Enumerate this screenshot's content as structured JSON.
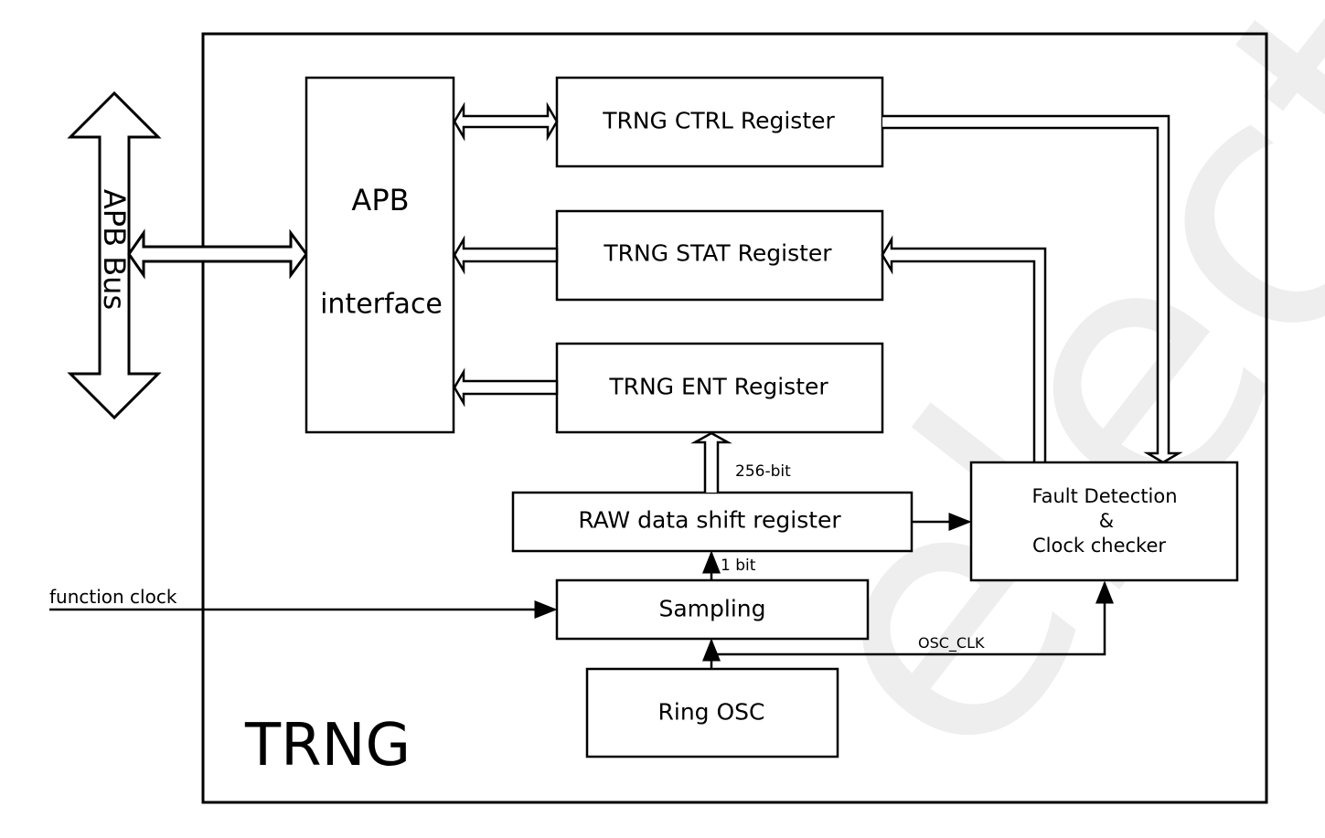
{
  "watermark": "electronics",
  "blocks": {
    "trng": "TRNG",
    "apb_bus": "APB Bus",
    "apb_interface_line1": "APB",
    "apb_interface_line2": "interface",
    "ctrl_register": "TRNG CTRL Register",
    "stat_register": "TRNG STAT Register",
    "ent_register": "TRNG ENT Register",
    "raw_shift_register": "RAW data shift register",
    "sampling": "Sampling",
    "ring_osc": "Ring OSC",
    "fault_line1": "Fault Detection",
    "fault_line2": "&",
    "fault_line3": "Clock checker"
  },
  "signals": {
    "bits_256": "256-bit",
    "bit_1": "1 bit",
    "function_clock": "function clock",
    "osc_clk": "OSC_CLK"
  },
  "colors": {
    "line": "#000000",
    "watermark": "#eeeeee",
    "background": "#ffffff"
  }
}
